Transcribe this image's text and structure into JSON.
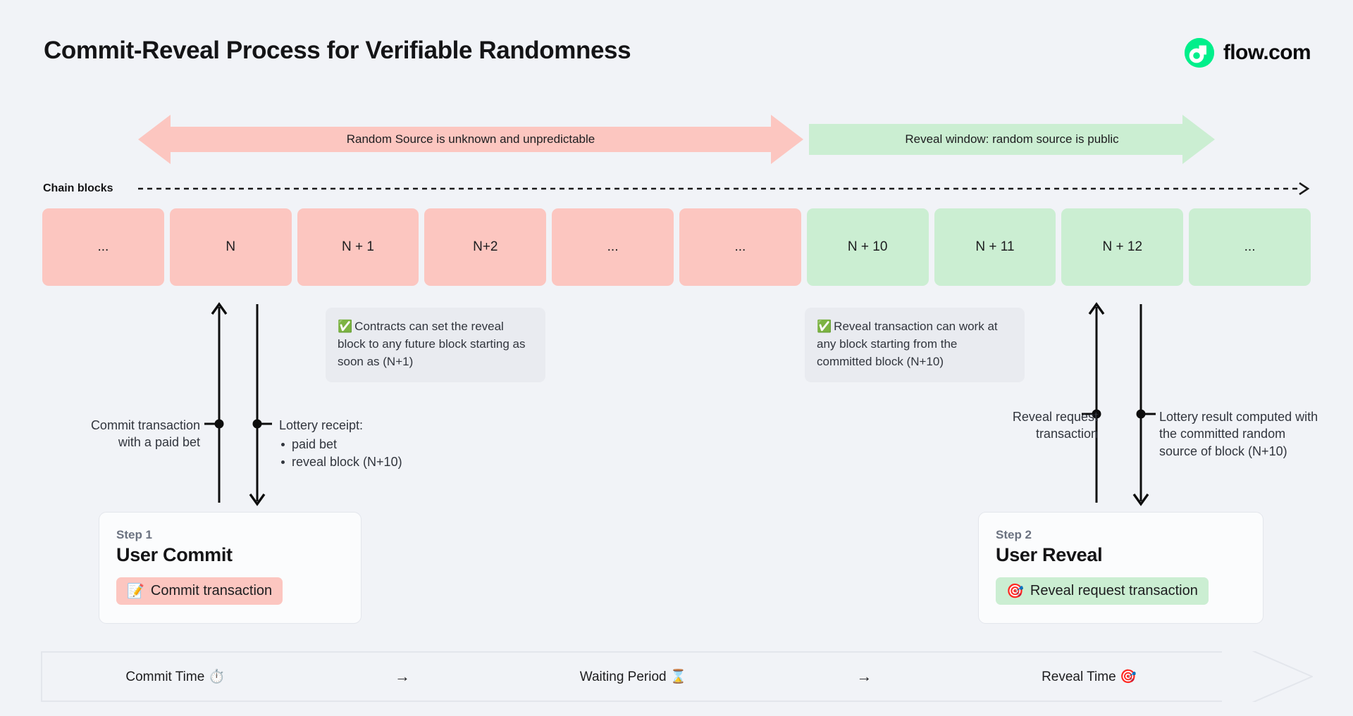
{
  "header": {
    "title": "Commit-Reveal Process for Verifiable Randomness",
    "logo_text": "flow.com",
    "logo_icon": "flow-logo-icon",
    "brand_color": "#00ef8b"
  },
  "phases": {
    "unknown": {
      "label": "Random Source is unknown and unpredictable",
      "color": "#fcc6c0",
      "direction": "double"
    },
    "reveal": {
      "label": "Reveal window: random source is public",
      "color": "#cbeed2",
      "direction": "right"
    }
  },
  "chain": {
    "label": "Chain blocks",
    "blocks": [
      {
        "label": "...",
        "state": "pink"
      },
      {
        "label": "N",
        "state": "pink"
      },
      {
        "label": "N + 1",
        "state": "pink"
      },
      {
        "label": "N+2",
        "state": "pink"
      },
      {
        "label": "...",
        "state": "pink"
      },
      {
        "label": "...",
        "state": "pink"
      },
      {
        "label": "N + 10",
        "state": "green"
      },
      {
        "label": "N + 11",
        "state": "green"
      },
      {
        "label": "N + 12",
        "state": "green"
      },
      {
        "label": "...",
        "state": "green"
      }
    ]
  },
  "notes": [
    {
      "icon": "check-mark-button-emoji",
      "emoji": "✅",
      "text": "Contracts can set the reveal block to any future block starting as soon as (N+1)"
    },
    {
      "icon": "check-mark-button-emoji",
      "emoji": "✅",
      "text": "Reveal transaction can work at any block starting from the committed block (N+10)"
    }
  ],
  "annotations": {
    "commit": "Commit transaction with a paid bet",
    "receipt_title": "Lottery receipt:",
    "receipt_items": [
      "paid bet",
      "reveal block (N+10)"
    ],
    "reveal_request": "Reveal request transaction",
    "lottery_result": "Lottery result computed with the committed random source of block (N+10)"
  },
  "steps": [
    {
      "kicker": "Step 1",
      "title": "User Commit",
      "pill_label": "Commit transaction",
      "pill_emoji": "📝",
      "pill_icon": "memo-emoji",
      "pill_color": "#fcc6c0"
    },
    {
      "kicker": "Step 2",
      "title": "User Reveal",
      "pill_label": "Reveal request transaction",
      "pill_emoji": "🎯",
      "pill_icon": "direct-hit-emoji",
      "pill_color": "#cbeed2"
    }
  ],
  "timeline": [
    {
      "label": "Commit Time ⏱️"
    },
    {
      "label": "→"
    },
    {
      "label": "Waiting Period ⌛"
    },
    {
      "label": "→"
    },
    {
      "label": "Reveal Time 🎯"
    }
  ]
}
